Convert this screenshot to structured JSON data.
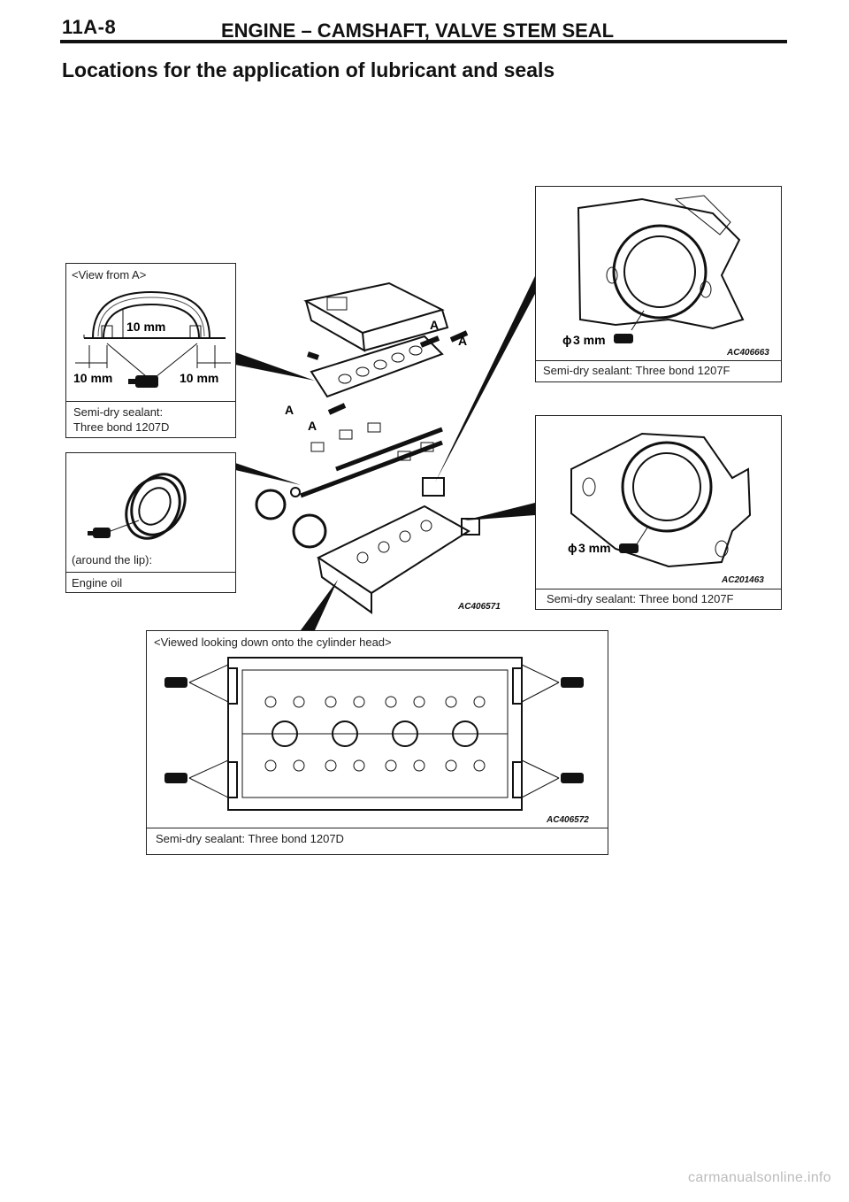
{
  "header": {
    "section_code": "11A-8",
    "section_title": "ENGINE – CAMSHAFT, VALVE STEM SEAL"
  },
  "subtitle": "Locations for the application of lubricant and seals",
  "panels": {
    "view_a": {
      "heading": "<View from A>",
      "dim_top": "10 mm",
      "dim_left": "10 mm",
      "dim_right": "10 mm",
      "caption_line1": "Semi-dry sealant:",
      "caption_line2": "Three bond 1207D"
    },
    "oil_seal": {
      "note": "(around the lip):",
      "caption": "Engine oil"
    },
    "housing_top": {
      "dia_symbol": "ϕ",
      "dia_value": "3 mm",
      "code": "AC406663",
      "caption": "Semi-dry sealant: Three bond 1207F"
    },
    "housing_mid": {
      "dia_symbol": "ϕ",
      "dia_value": "3 mm",
      "code": "AC201463",
      "caption": "Semi-dry sealant: Three bond 1207F"
    },
    "center": {
      "code": "AC406571",
      "mark": "A"
    },
    "cylinder_head": {
      "heading": "<Viewed looking down onto the cylinder head>",
      "code": "AC406572",
      "caption": "Semi-dry sealant: Three bond 1207D"
    }
  },
  "footer": "carmanualsonline.info"
}
